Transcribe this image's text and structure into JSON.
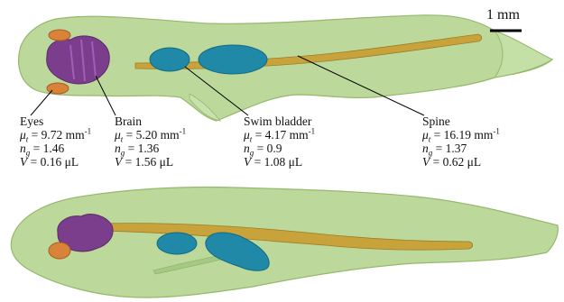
{
  "scale_bar": {
    "label": "1 mm"
  },
  "colors": {
    "body": "#b8d796",
    "body_edge": "#95b86c",
    "eyes": "#d9823a",
    "brain": "#7a3e8c",
    "swim_bladder": "#1f89a7",
    "spine": "#c8a23a"
  },
  "labels": [
    {
      "id": "eyes",
      "name": "Eyes",
      "mu": "= 9.72 mm",
      "n": "= 1.46",
      "v": "= 0.16 μL"
    },
    {
      "id": "brain",
      "name": "Brain",
      "mu": "= 5.20 mm",
      "n": "= 1.36",
      "v": "= 1.56 μL"
    },
    {
      "id": "swim_bladder",
      "name": "Swim bladder",
      "mu": "= 4.17 mm",
      "n": "= 0.9",
      "v": "= 1.08 μL"
    },
    {
      "id": "spine",
      "name": "Spine",
      "mu": "= 16.19 mm",
      "n": "= 1.37",
      "v": "= 0.62 μL"
    }
  ],
  "symbols": {
    "mu": "μ",
    "mu_sub": "t",
    "n": "n",
    "n_sub": "g",
    "v": "V",
    "unit_exp": "-1"
  }
}
